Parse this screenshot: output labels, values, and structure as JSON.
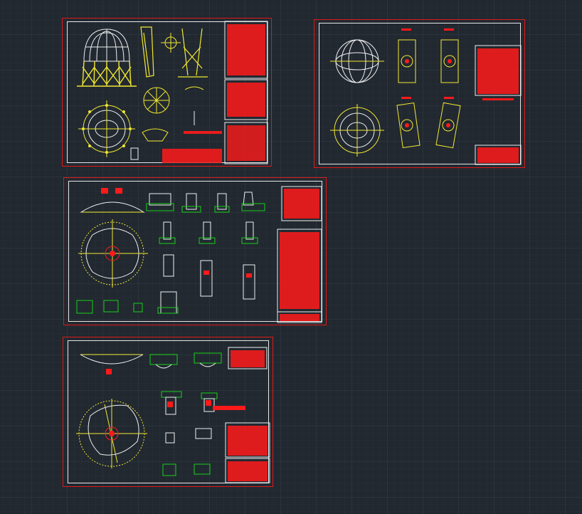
{
  "app": {
    "view": "model-space"
  },
  "colors": {
    "background": "#212830",
    "grid": "#2b333c",
    "sheet_border": "#e01818",
    "frame": "#e8e8e8",
    "drawing_white": "#f0f0f0",
    "drawing_yellow": "#f2e830",
    "drawing_red": "#ff1a1a",
    "drawing_green": "#18d018"
  },
  "sheets": [
    {
      "id": "sheet-1",
      "content": "general-arrangement-elevation-plan-supports"
    },
    {
      "id": "sheet-2",
      "content": "shell-plate-segments"
    },
    {
      "id": "sheet-3",
      "content": "top-head-nozzle-details"
    },
    {
      "id": "sheet-4",
      "content": "bottom-head-nozzle-details"
    }
  ]
}
